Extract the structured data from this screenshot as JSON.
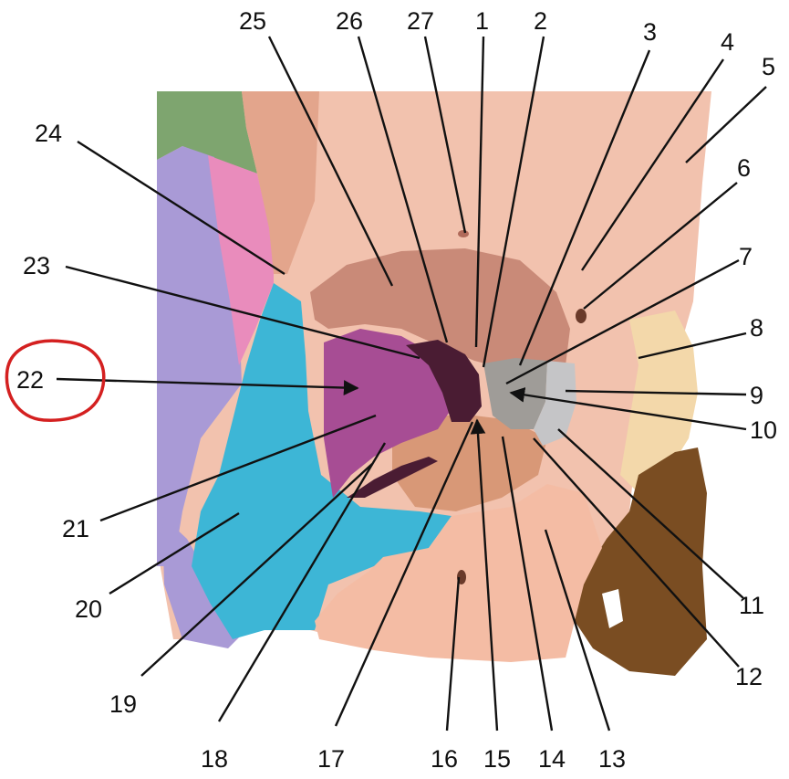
{
  "colors": {
    "frontal": "#f2c2ae",
    "frontal_shade": "#e3a58c",
    "orbit_roof": "#c98a78",
    "orbit_floor": "#d89877",
    "zygomatic": "#3db6d6",
    "ethmoid": "#a74d94",
    "ethmoid_dark": "#4a1c33",
    "maxilla": "#f4bca4",
    "lacrimal_gray": "#9f9c98",
    "lacrimal_light": "#c5c5c7",
    "nasal": "#f3d8aa",
    "nasal_cavity": "#7a4d22",
    "parietal_green": "#7ea56f",
    "temporal_purple": "#a99ad6",
    "sphenoid_pink": "#e98cbc",
    "highlight_circle": "#d42020"
  },
  "labels": {
    "l1": "1",
    "l2": "2",
    "l3": "3",
    "l4": "4",
    "l5": "5",
    "l6": "6",
    "l7": "7",
    "l8": "8",
    "l9": "9",
    "l10": "10",
    "l11": "11",
    "l12": "12",
    "l13": "13",
    "l14": "14",
    "l15": "15",
    "l16": "16",
    "l17": "17",
    "l18": "18",
    "l19": "19",
    "l20": "20",
    "l21": "21",
    "l22": "22",
    "l23": "23",
    "l24": "24",
    "l25": "25",
    "l26": "26",
    "l27": "27"
  },
  "highlighted_label": "22"
}
